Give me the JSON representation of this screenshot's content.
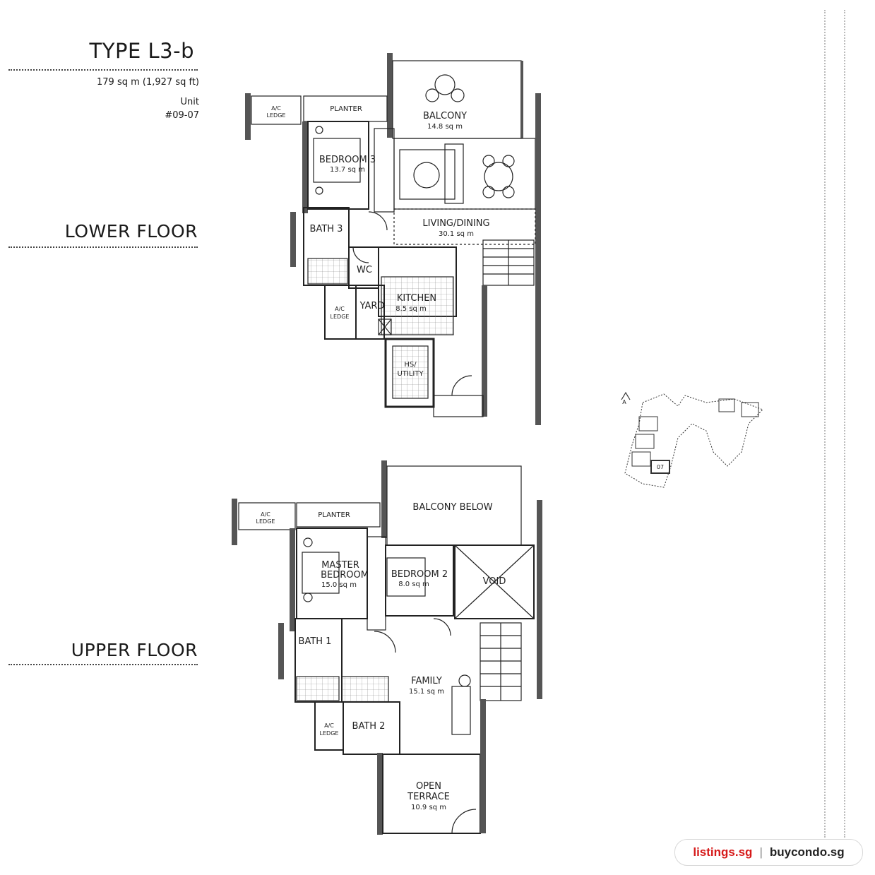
{
  "header": {
    "type_title": "TYPE L3-b",
    "area": "179 sq m (1,927 sq ft)",
    "unit_label": "Unit",
    "unit_number": "#09-07"
  },
  "floors": {
    "lower_title": "LOWER FLOOR",
    "upper_title": "UPPER FLOOR"
  },
  "lower_rooms": {
    "ac_ledge_1_a": "A/C",
    "ac_ledge_1_b": "LEDGE",
    "planter": "PLANTER",
    "balcony": "BALCONY",
    "balcony_area": "14.8 sq m",
    "bedroom3": "BEDROOM 3",
    "bedroom3_area": "13.7 sq m",
    "living": "LIVING/DINING",
    "living_area": "30.1 sq m",
    "bath3": "BATH 3",
    "wc": "WC",
    "kitchen": "KITCHEN",
    "kitchen_area": "8.5 sq m",
    "yard": "YARD",
    "ac_ledge_2_a": "A/C",
    "ac_ledge_2_b": "LEDGE",
    "hs_a": "HS/",
    "hs_b": "UTILITY"
  },
  "upper_rooms": {
    "ac_ledge_a": "A/C",
    "ac_ledge_b": "LEDGE",
    "planter": "PLANTER",
    "balcony_below": "BALCONY BELOW",
    "master_a": "MASTER",
    "master_b": "BEDROOM",
    "master_area": "15.0 sq m",
    "bedroom2": "BEDROOM 2",
    "bedroom2_area": "8.0 sq m",
    "void": "VOID",
    "bath1": "BATH 1",
    "family": "FAMILY",
    "family_area": "15.1 sq m",
    "bath2": "BATH 2",
    "ac_ledge2_a": "A/C",
    "ac_ledge2_b": "LEDGE",
    "terrace_a": "OPEN",
    "terrace_b": "TERRACE",
    "terrace_area": "10.9 sq m"
  },
  "keyplan": {
    "unit_marker": "07",
    "north_marker": "A"
  },
  "watermark": {
    "site_a": "listings.sg",
    "separator": "|",
    "site_b": "buycondo.sg"
  }
}
